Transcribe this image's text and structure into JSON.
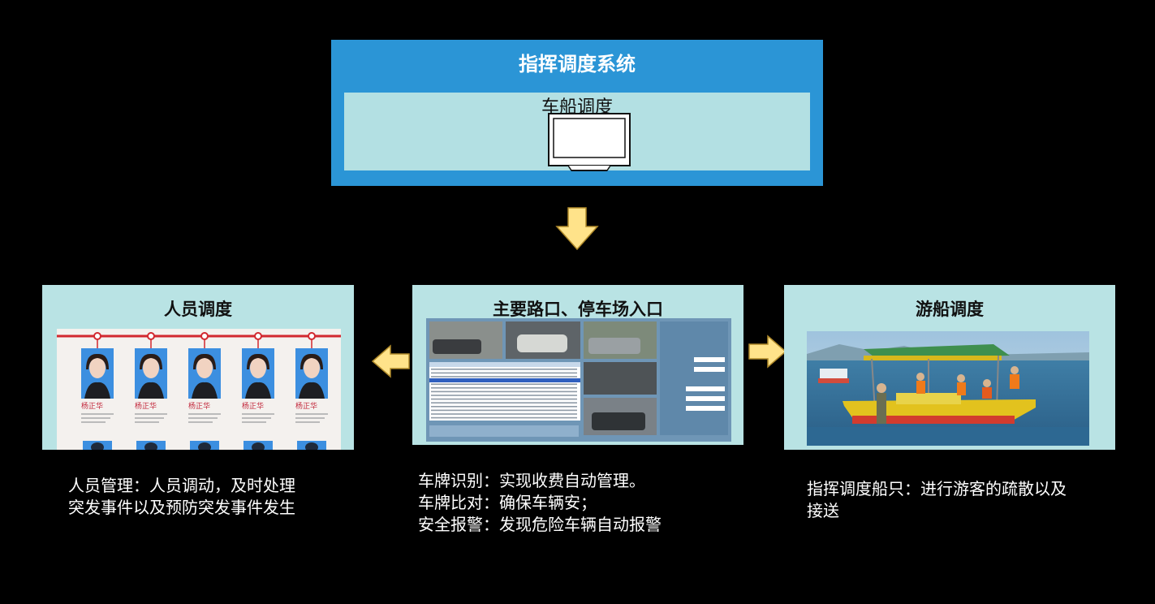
{
  "system": {
    "title": "指挥调度系统",
    "subtitle": "车船调度"
  },
  "panels": [
    {
      "id": "personnel",
      "title": "人员调度",
      "image": "staff-profile-photos",
      "profile_name": "杨正华",
      "description": [
        "人员管理：人员调动，及时处理",
        "突发事件以及预防突发事件发生"
      ]
    },
    {
      "id": "vehicle",
      "title": "主要路口、停车场入口",
      "image": "license-plate-recognition-software",
      "description": [
        "车牌识别：实现收费自动管理。",
        "车牌比对：确保车辆安；",
        "安全报警：发现危险车辆自动报警"
      ]
    },
    {
      "id": "boat",
      "title": "游船调度",
      "image": "tour-boat-on-lake",
      "description": [
        "指挥调度船只：进行游客的疏散以及",
        "接送"
      ]
    }
  ],
  "colors": {
    "background": "#000000",
    "system_box": "#2b95d6",
    "panel": "#b9e3e4",
    "arrow": "#ffe38a",
    "arrow_border": "#b08a2a"
  },
  "icons": [
    "monitor-icon",
    "arrow-down-icon",
    "arrow-left-icon",
    "arrow-right-icon"
  ]
}
